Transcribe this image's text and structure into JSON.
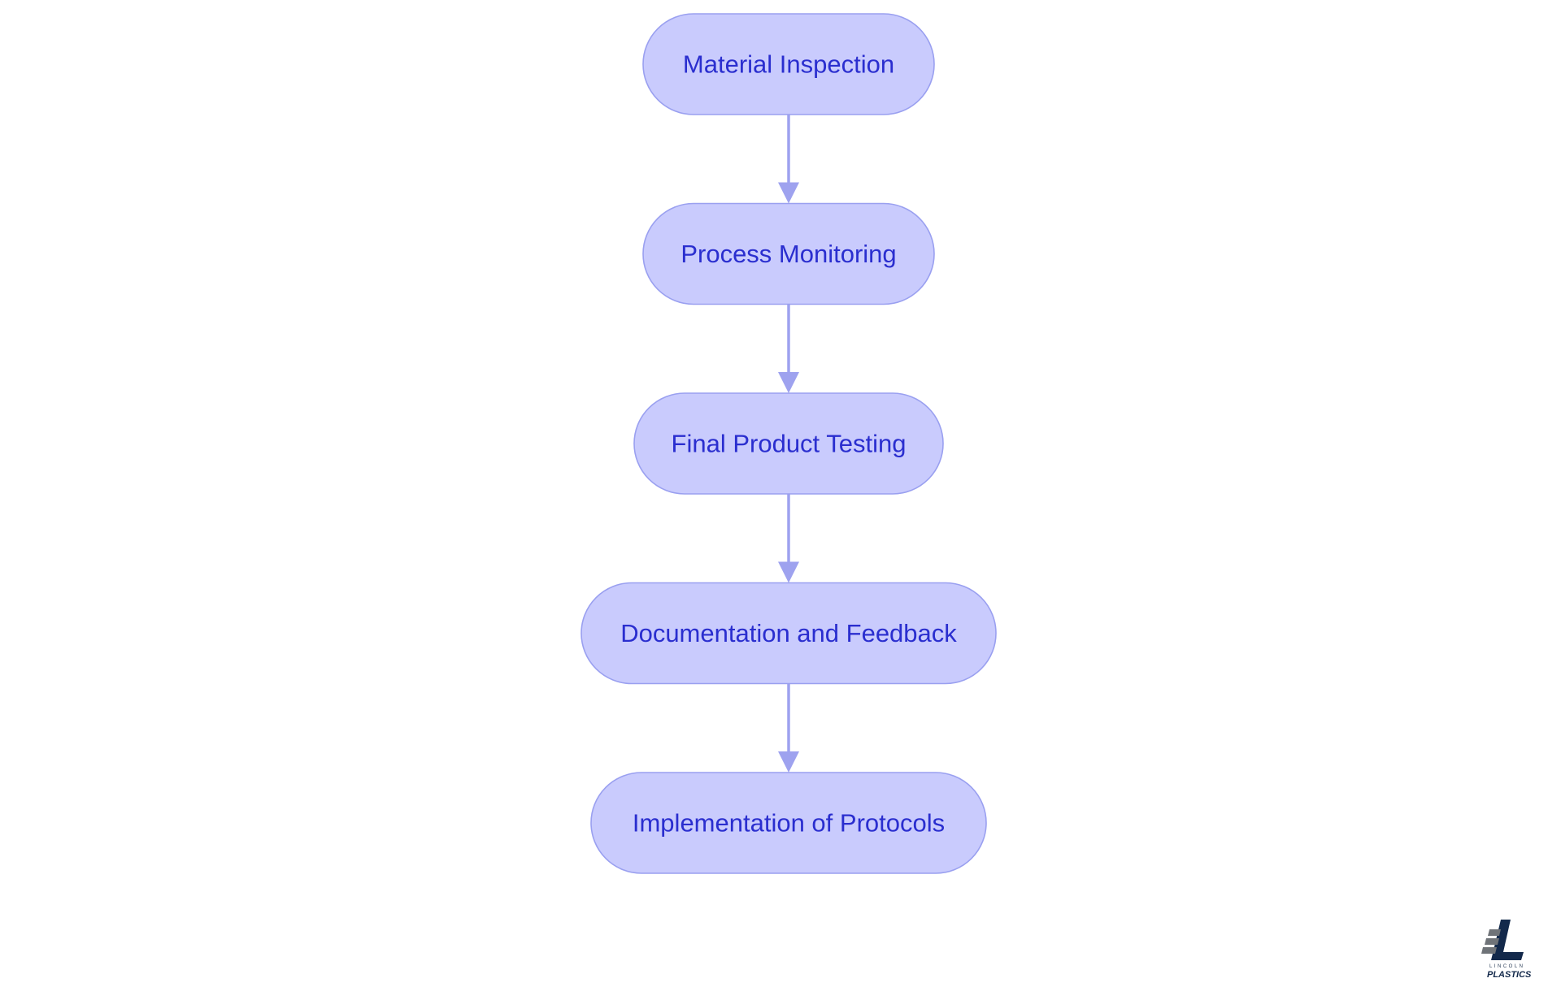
{
  "diagram": {
    "nodes": [
      {
        "id": "material-inspection",
        "label": "Material Inspection"
      },
      {
        "id": "process-monitoring",
        "label": "Process Monitoring"
      },
      {
        "id": "final-product-testing",
        "label": "Final Product Testing"
      },
      {
        "id": "documentation-and-feedback",
        "label": "Documentation and Feedback"
      },
      {
        "id": "implementation-of-protocols",
        "label": "Implementation of Protocols"
      }
    ],
    "edges": [
      {
        "from": "material-inspection",
        "to": "process-monitoring"
      },
      {
        "from": "process-monitoring",
        "to": "final-product-testing"
      },
      {
        "from": "final-product-testing",
        "to": "documentation-and-feedback"
      },
      {
        "from": "documentation-and-feedback",
        "to": "implementation-of-protocols"
      }
    ],
    "colors": {
      "node_fill": "#c9cbfd",
      "node_stroke": "#9aa0f0",
      "label_text": "#2a2ecf",
      "edge": "#9ea2ef"
    }
  },
  "logo": {
    "line1": "LINCOLN",
    "line2": "PLASTICS",
    "colors": {
      "navy": "#13294b",
      "gray": "#6f7378"
    }
  }
}
